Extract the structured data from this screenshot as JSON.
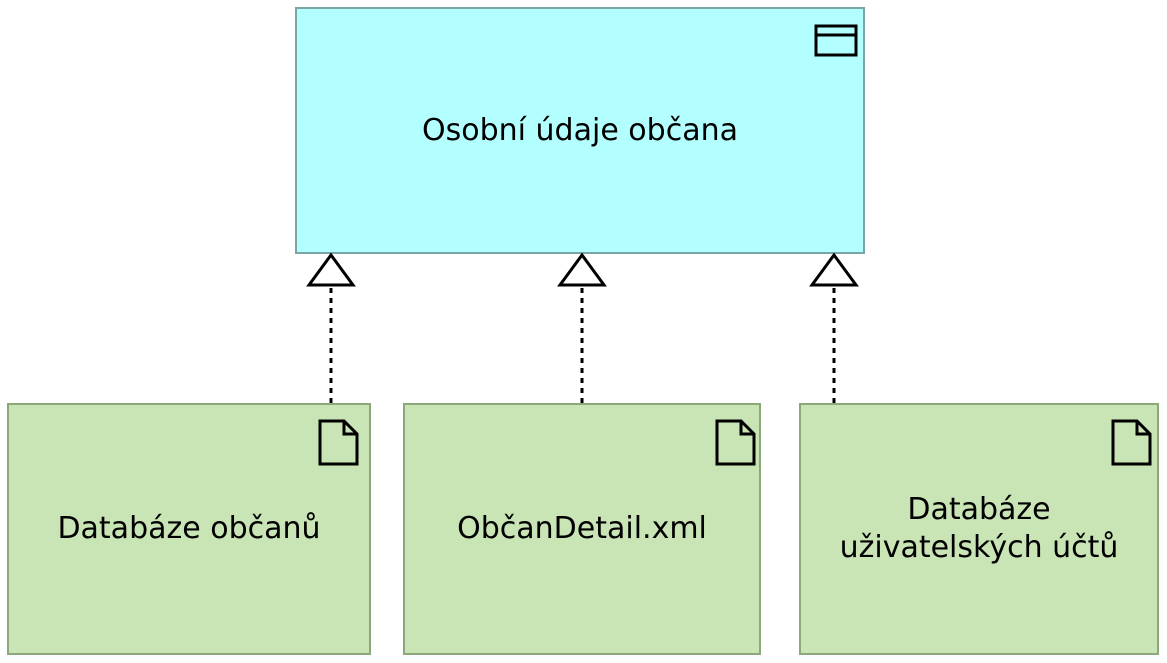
{
  "diagram": {
    "type": "ArchiMate realization view",
    "data_object": {
      "label": "Osobní údaje občana",
      "icon": "data-object-icon",
      "fill": "#b3ffff",
      "border": "#7ba6a6"
    },
    "artifacts": [
      {
        "label": "Databáze občanů",
        "icon": "artifact-document-icon"
      },
      {
        "label": "ObčanDetail.xml",
        "icon": "artifact-document-icon"
      },
      {
        "label": "Databáze\nuživatelských účtů",
        "icon": "artifact-document-icon"
      }
    ],
    "artifact_style": {
      "fill": "#c9e4b5",
      "border": "#8ca77a"
    },
    "relationships": [
      {
        "type": "realization",
        "from": "Databáze občanů",
        "to": "Osobní údaje občana"
      },
      {
        "type": "realization",
        "from": "ObčanDetail.xml",
        "to": "Osobní údaje občana"
      },
      {
        "type": "realization",
        "from": "Databáze\nuživatelských účtů",
        "to": "Osobní údaje občana"
      }
    ]
  }
}
